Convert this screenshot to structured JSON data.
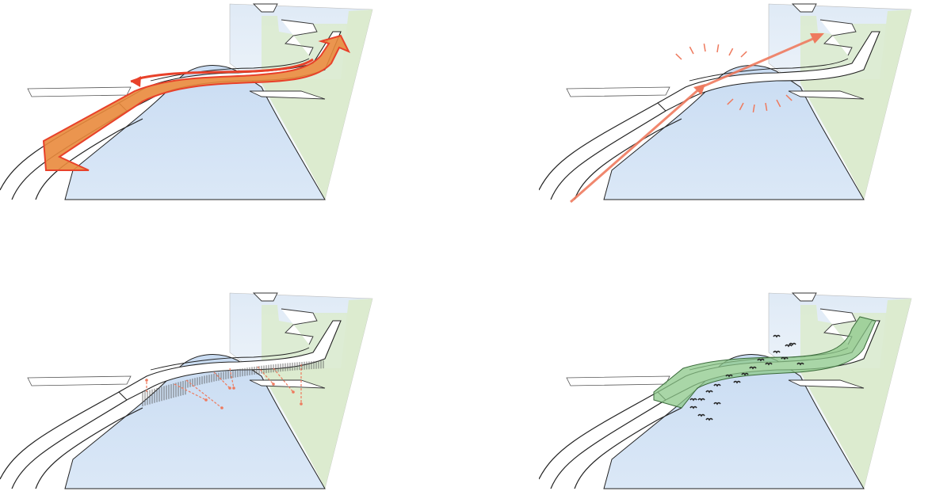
{
  "panels": [
    {
      "id": "circulation",
      "overlay": "two-way-arrow"
    },
    {
      "id": "views",
      "overlay": "sightline-arrow"
    },
    {
      "id": "shading",
      "overlay": "dashed-arrows"
    },
    {
      "id": "ecology",
      "overlay": "green-bridge-birds"
    }
  ],
  "colors": {
    "water": "#c9dcf2",
    "land": "#dcebcf",
    "arrow_fill": "#e98a3c",
    "arrow_stroke": "#e8412a",
    "sightline": "#ee7a5e",
    "bridge_green": "#8cc88a",
    "birds": "#222222"
  }
}
